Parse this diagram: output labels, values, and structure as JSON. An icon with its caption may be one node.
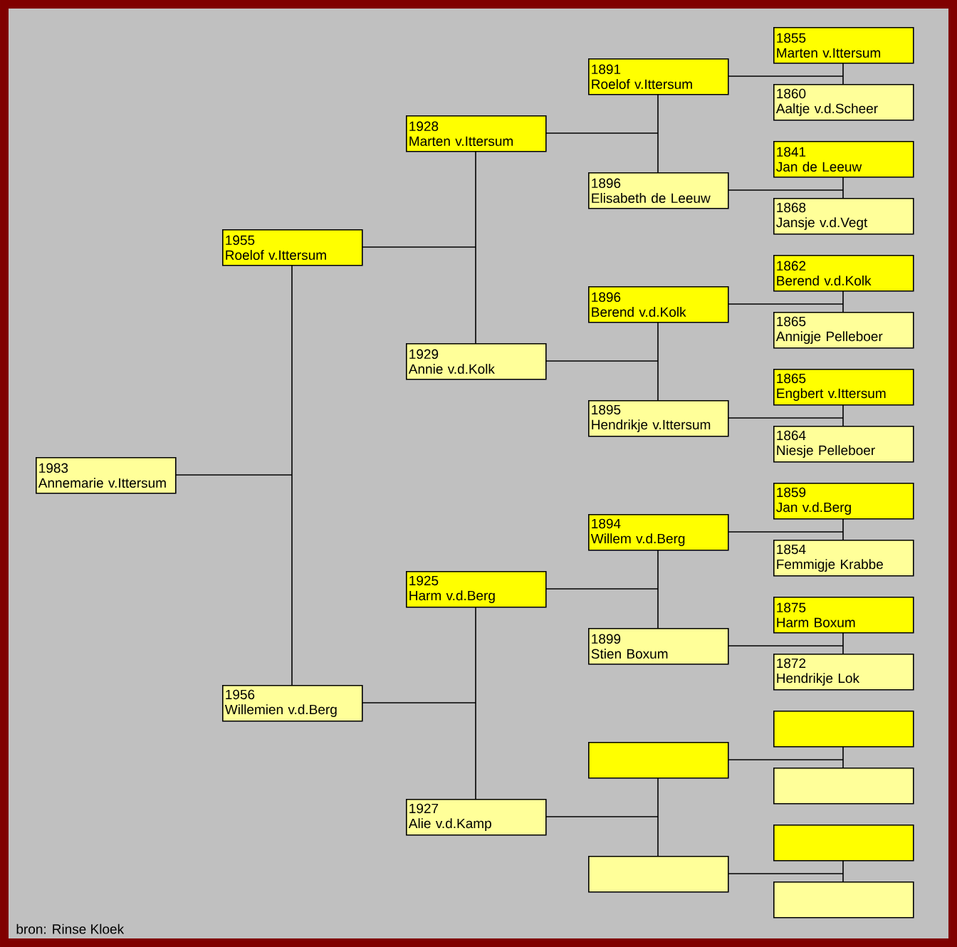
{
  "diagram": {
    "nodes": [
      {
        "text": [
          "1983",
          "Annemarie v.Ittersum"
        ]
      },
      {
        "text": [
          "1955",
          "Roelof v.Ittersum"
        ]
      },
      {
        "text": [
          "1956",
          "Willemien v.d.Berg"
        ]
      },
      {
        "text": [
          "1928",
          "Marten v.Ittersum"
        ]
      },
      {
        "text": [
          "1929",
          "Annie v.d.Kolk"
        ]
      },
      {
        "text": [
          "1925",
          "Harm v.d.Berg"
        ]
      },
      {
        "text": [
          "1927",
          "Alie v.d.Kamp"
        ]
      },
      {
        "text": [
          "1891",
          "Roelof v.Ittersum"
        ]
      },
      {
        "text": [
          "1896",
          "Elisabeth de Leeuw"
        ]
      },
      {
        "text": [
          "1896",
          "Berend v.d.Kolk"
        ]
      },
      {
        "text": [
          "1895",
          "Hendrikje v.Ittersum"
        ]
      },
      {
        "text": [
          "1894",
          "Willem v.d.Berg"
        ]
      },
      {
        "text": [
          "1899",
          "Stien Boxum"
        ]
      },
      {
        "text": [],
        "shape": "box"
      },
      {
        "text": [],
        "shape": "box"
      },
      {
        "text": [
          "1855",
          "Marten v.Ittersum"
        ]
      },
      {
        "text": [
          "1860",
          "Aaltje v.d.Scheer"
        ]
      },
      {
        "text": [
          "1841",
          "Jan de Leeuw"
        ]
      },
      {
        "text": [
          "1868",
          "Jansje v.d.Vegt"
        ]
      },
      {
        "text": [
          "1862",
          "Berend v.d.Kolk"
        ]
      },
      {
        "text": [
          "1865",
          "Annigje Pelleboer"
        ]
      },
      {
        "text": [
          "1865",
          "Engbert v.Ittersum"
        ]
      },
      {
        "text": [
          "1864",
          "Niesje Pelleboer"
        ]
      },
      {
        "text": [
          "1859",
          "Jan v.d.Berg"
        ]
      },
      {
        "text": [
          "1854",
          "Femmigje Krabbe"
        ]
      },
      {
        "text": [
          "1875",
          "Harm Boxum"
        ]
      },
      {
        "text": [
          "1872",
          "Hendrikje Lok"
        ]
      },
      {
        "text": [],
        "shape": "box"
      },
      {
        "text": [],
        "shape": "box"
      },
      {
        "text": [],
        "shape": "box"
      },
      {
        "text": [],
        "shape": "box"
      }
    ],
    "edges": [
      {
        "from": 0,
        "to": 1,
        "arrow": "none"
      },
      {
        "from": 0,
        "to": 2,
        "arrow": "none"
      },
      {
        "from": 1,
        "to": 3,
        "arrow": "none"
      },
      {
        "from": 1,
        "to": 4,
        "arrow": "none"
      },
      {
        "from": 2,
        "to": 5,
        "arrow": "none"
      },
      {
        "from": 2,
        "to": 6,
        "arrow": "none"
      },
      {
        "from": 3,
        "to": 7,
        "arrow": "none"
      },
      {
        "from": 3,
        "to": 8,
        "arrow": "none"
      },
      {
        "from": 4,
        "to": 9,
        "arrow": "none"
      },
      {
        "from": 4,
        "to": 10,
        "arrow": "none"
      },
      {
        "from": 5,
        "to": 11,
        "arrow": "none"
      },
      {
        "from": 5,
        "to": 12,
        "arrow": "none"
      },
      {
        "from": 6,
        "to": 13,
        "arrow": "none"
      },
      {
        "from": 6,
        "to": 14,
        "arrow": "none"
      },
      {
        "from": 7,
        "to": 15,
        "arrow": "none"
      },
      {
        "from": 7,
        "to": 16,
        "arrow": "none"
      },
      {
        "from": 8,
        "to": 17,
        "arrow": "none"
      },
      {
        "from": 8,
        "to": 18,
        "arrow": "none"
      },
      {
        "from": 9,
        "to": 19,
        "arrow": "none"
      },
      {
        "from": 9,
        "to": 20,
        "arrow": "none"
      },
      {
        "from": 10,
        "to": 21,
        "arrow": "none"
      },
      {
        "from": 10,
        "to": 22,
        "arrow": "none"
      },
      {
        "from": 11,
        "to": 23,
        "arrow": "none"
      },
      {
        "from": 11,
        "to": 24,
        "arrow": "none"
      },
      {
        "from": 12,
        "to": 25,
        "arrow": "none"
      },
      {
        "from": 12,
        "to": 26,
        "arrow": "none"
      },
      {
        "from": 13,
        "to": 27,
        "arrow": "none"
      },
      {
        "from": 13,
        "to": 28,
        "arrow": "none"
      },
      {
        "from": 14,
        "to": 29,
        "arrow": "none"
      },
      {
        "from": 14,
        "to": 30,
        "arrow": "none"
      }
    ],
    "labels": [
      "bron: Rinse Kloek"
    ]
  }
}
